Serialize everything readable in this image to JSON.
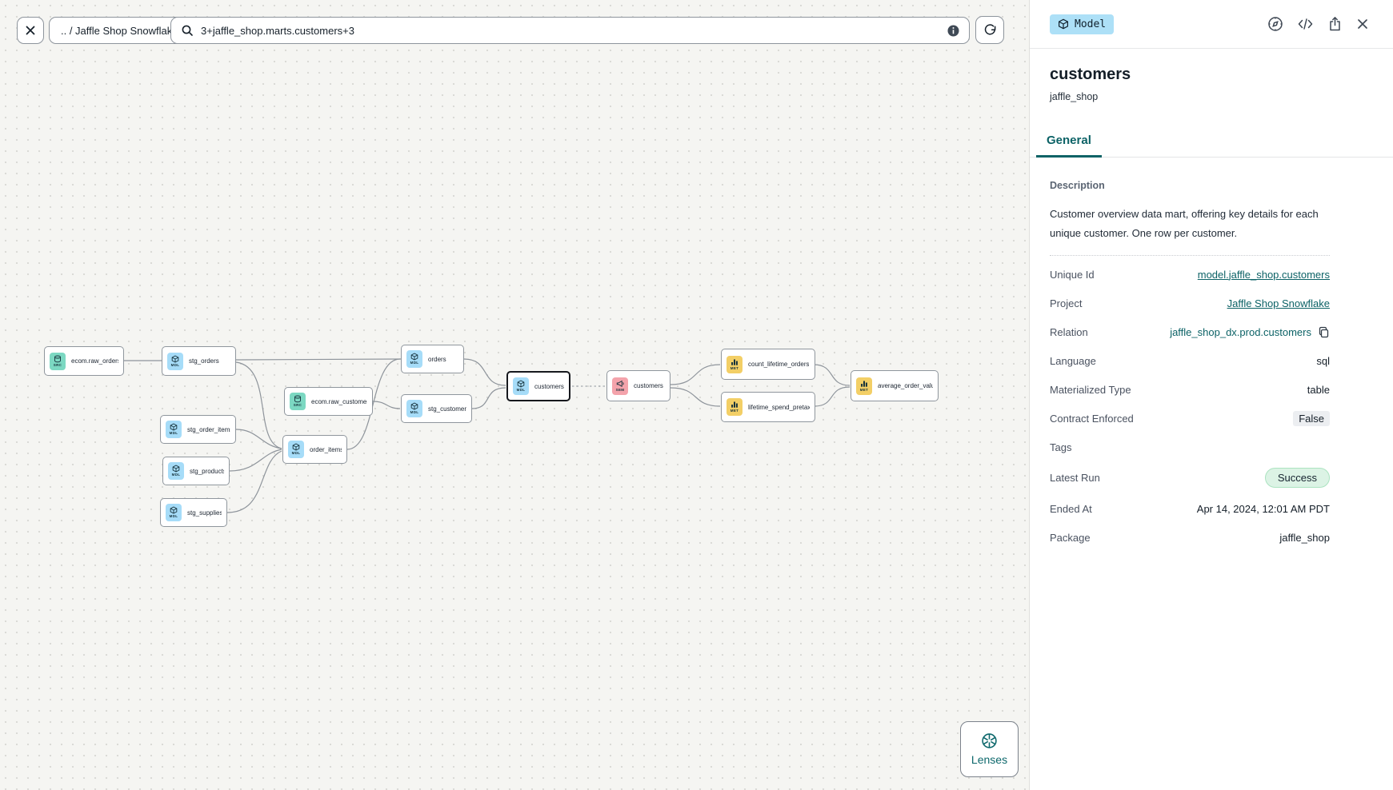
{
  "toolbar": {
    "breadcrumb": ".. / Jaffle Shop Snowflake",
    "search_value": "3+jaffle_shop.marts.customers+3"
  },
  "graph": {
    "nodes": [
      {
        "label": "ecom.raw_orders",
        "badge": "SRC",
        "type": "source"
      },
      {
        "label": "stg_orders",
        "badge": "MDL",
        "type": "model"
      },
      {
        "label": "ecom.raw_customers",
        "badge": "SRC",
        "type": "source"
      },
      {
        "label": "stg_order_items",
        "badge": "MDL",
        "type": "model"
      },
      {
        "label": "stg_products",
        "badge": "MDL",
        "type": "model"
      },
      {
        "label": "stg_supplies",
        "badge": "MDL",
        "type": "model"
      },
      {
        "label": "order_items",
        "badge": "MDL",
        "type": "model"
      },
      {
        "label": "orders",
        "badge": "MDL",
        "type": "model"
      },
      {
        "label": "stg_customers",
        "badge": "MDL",
        "type": "model"
      },
      {
        "label": "customers",
        "badge": "MDL",
        "type": "model",
        "selected": true
      },
      {
        "label": "customers",
        "badge": "SEM",
        "type": "semantic_model"
      },
      {
        "label": "count_lifetime_orders",
        "badge": "MET",
        "type": "metric"
      },
      {
        "label": "lifetime_spend_pretax",
        "badge": "MET",
        "type": "metric"
      },
      {
        "label": "average_order_value",
        "badge": "MET",
        "type": "metric"
      }
    ],
    "lenses_label": "Lenses"
  },
  "panel": {
    "resource_badge": "Model",
    "title": "customers",
    "subtitle": "jaffle_shop",
    "tab_general": "General",
    "description_label": "Description",
    "description": "Customer overview data mart, offering key details for each unique customer. One row per customer.",
    "fields": [
      {
        "label": "Unique Id",
        "value": "model.jaffle_shop.customers"
      },
      {
        "label": "Project",
        "value": "Jaffle Shop Snowflake"
      },
      {
        "label": "Relation",
        "value": "jaffle_shop_dx.prod.customers"
      },
      {
        "label": "Language",
        "value": "sql"
      },
      {
        "label": "Materialized Type",
        "value": "table"
      },
      {
        "label": "Contract Enforced",
        "value": "False"
      },
      {
        "label": "Tags",
        "value": ""
      },
      {
        "label": "Latest Run",
        "value": "Success"
      },
      {
        "label": "Ended At",
        "value": "Apr 14, 2024, 12:01 AM PDT"
      },
      {
        "label": "Package",
        "value": "jaffle_shop"
      }
    ]
  },
  "colors": {
    "accent_teal": "#0c6266",
    "source_node": "#7cd8c2",
    "model_node": "#a6dcf8",
    "semantic_node": "#f4a3ab",
    "metric_node": "#f3cf66",
    "model_badge_bg": "#ade0f7",
    "success_bg": "#dcf3e5",
    "success_border": "#abe3c0",
    "canvas_bg": "#f5f5f2"
  }
}
